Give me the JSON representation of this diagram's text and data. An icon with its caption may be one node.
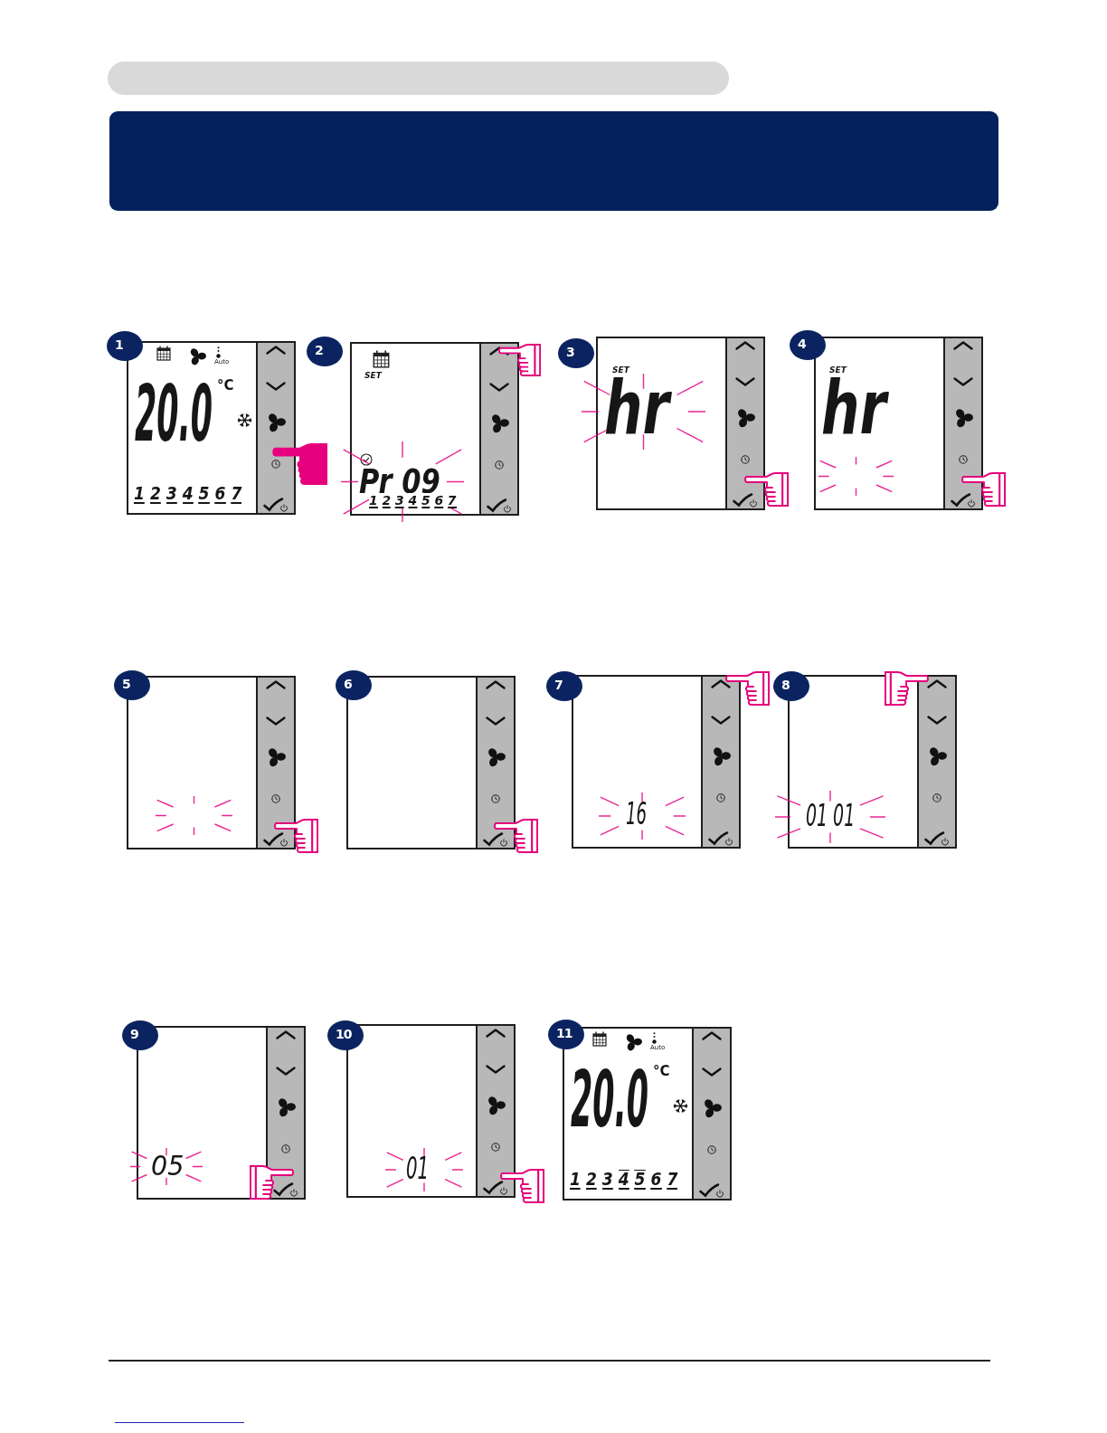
{
  "diagram": {
    "nodes": [
      {
        "text": [],
        "shape": "bar"
      },
      {
        "text": [],
        "shape": "box"
      },
      {
        "text": [
          "1"
        ]
      },
      {
        "text": [
          "Auto",
          "°C",
          "20.0",
          "1 2 3 4 5 6 7"
        ]
      },
      {
        "text": [
          "2"
        ]
      },
      {
        "text": [
          "SET",
          "Pr 09",
          "1 2 3 4 5 6 7"
        ]
      },
      {
        "text": [
          "3"
        ]
      },
      {
        "text": [
          "SET",
          "hr"
        ]
      },
      {
        "text": [
          "4"
        ]
      },
      {
        "text": [
          "SET",
          "hr"
        ]
      },
      {
        "text": [
          "5"
        ]
      },
      {
        "text": [],
        "shape": "box"
      },
      {
        "text": [
          "6"
        ]
      },
      {
        "text": [],
        "shape": "box"
      },
      {
        "text": [
          "7"
        ]
      },
      {
        "text": [
          "16"
        ]
      },
      {
        "text": [
          "8"
        ]
      },
      {
        "text": [
          "01 01"
        ]
      },
      {
        "text": [
          "9"
        ]
      },
      {
        "text": [
          "05"
        ]
      },
      {
        "text": [
          "10"
        ]
      },
      {
        "text": [
          "01"
        ]
      },
      {
        "text": [
          "11"
        ]
      },
      {
        "text": [
          "Auto",
          "°C",
          "20.0",
          "1 2 3 4 5 6 7"
        ]
      }
    ]
  }
}
